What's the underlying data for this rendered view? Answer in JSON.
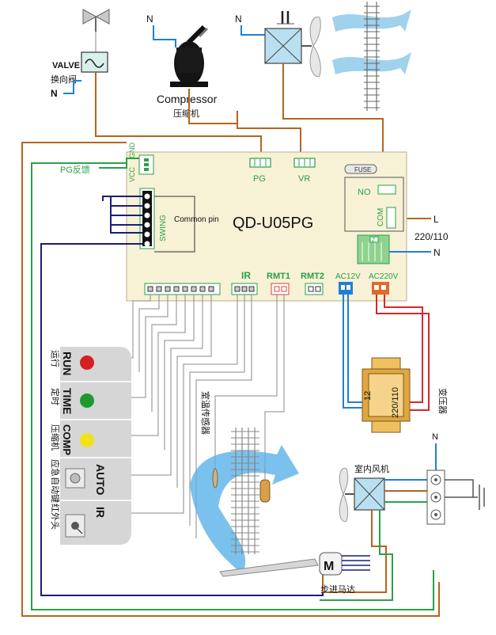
{
  "board": {
    "model": "QD-U05PG",
    "common_pin": "Common pin",
    "fuse": "FUSE",
    "no": "NO",
    "com": "COM",
    "z": "Z"
  },
  "connectors": {
    "pg": "PG",
    "vr": "VR",
    "ir": "IR",
    "rmt1": "RMT1",
    "rmt2": "RMT2",
    "ac12v": "AC12V",
    "ac220v": "AC220V",
    "vcc": "VCC",
    "gnd": "GND",
    "swing": "SWING"
  },
  "valve": {
    "label": "VALVE",
    "label_cn": "换向阀",
    "neutral": "N"
  },
  "compressor": {
    "label": "Compressor",
    "label_cn": "压缩机",
    "neutral": "N"
  },
  "outdoor_fan": {
    "neutral": "N"
  },
  "pg_feedback": "PG反馈",
  "power": {
    "live": "L",
    "voltage": "220/110",
    "neutral": "N"
  },
  "transformer": {
    "label_cn": "变压器",
    "low": "12",
    "high": "220/110"
  },
  "leds": [
    {
      "code": "RUN",
      "cn": "运行",
      "color": "#d42020"
    },
    {
      "code": "TIME",
      "cn": "定时",
      "color": "#1c9a2c"
    },
    {
      "code": "COMP",
      "cn": "压缩机",
      "color": "#f2e21a"
    }
  ],
  "auto_button": {
    "code": "AUTO",
    "cn": "应急自动键"
  },
  "ir_receiver": {
    "code": "IR",
    "cn": "红外头"
  },
  "temp_sensor": {
    "cn": "室温传感器"
  },
  "indoor_fan": {
    "cn": "室内风机"
  },
  "indoor_neutral": "N",
  "stepper": {
    "letter": "M",
    "cn": "步进马达"
  }
}
